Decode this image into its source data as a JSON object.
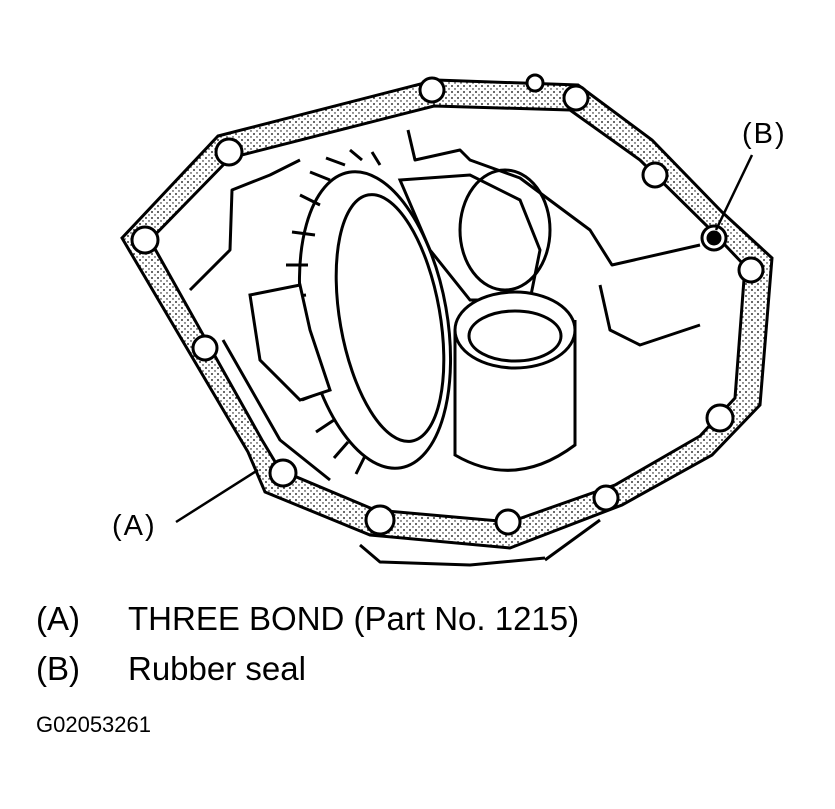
{
  "diagram": {
    "callouts": {
      "a": "(A)",
      "b": "(B)"
    },
    "legend": [
      {
        "key": "(A)",
        "text": "THREE BOND (Part No. 1215)"
      },
      {
        "key": "(B)",
        "text": "Rubber seal"
      }
    ],
    "figure_code": "G02053261"
  }
}
